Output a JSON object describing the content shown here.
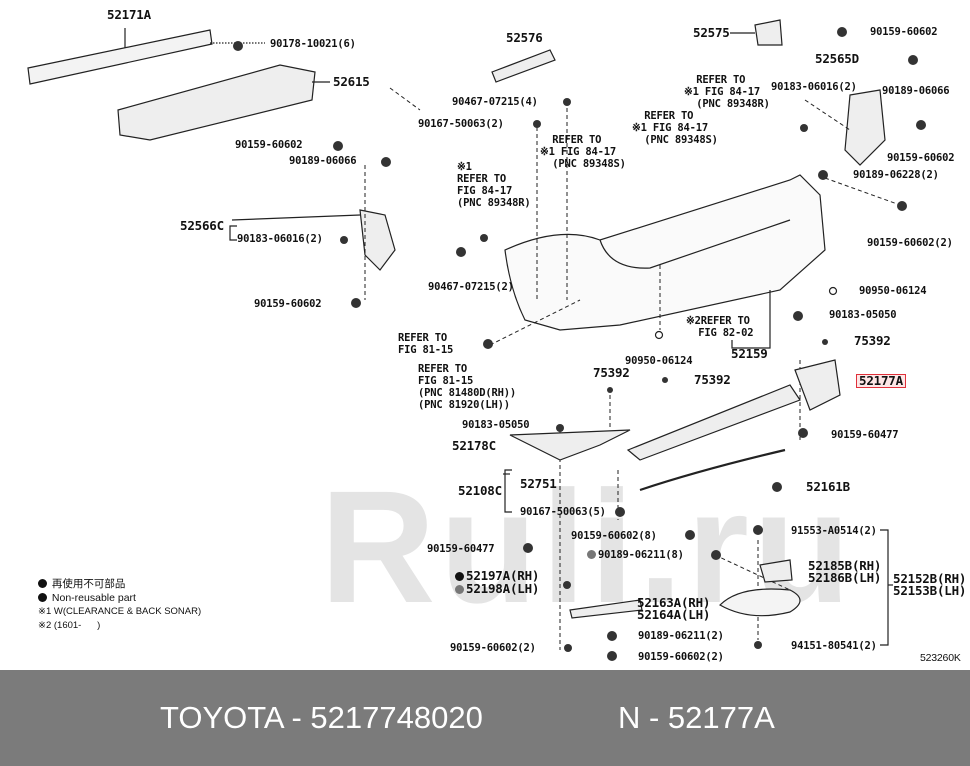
{
  "watermark": "Ruli.ru",
  "callouts": [
    {
      "text": "52171A"
    },
    {
      "text": "90178-10021(6)"
    },
    {
      "text": "52615"
    },
    {
      "text": "52576"
    },
    {
      "text": "52575"
    },
    {
      "text": "90159-60602"
    },
    {
      "text": "52565D"
    },
    {
      "text": "90183-06016(2)"
    },
    {
      "text": "90189-06066"
    },
    {
      "text": "90467-07215(4)"
    },
    {
      "text": "90167-50063(2)"
    },
    {
      "text": "  REFER TO\n※1 FIG 84-17\n  (PNC 89348R)"
    },
    {
      "text": "  REFER TO\n※1 FIG 84-17\n  (PNC 89348S)"
    },
    {
      "text": "  REFER TO\n※1 FIG 84-17\n  (PNC 89348S)"
    },
    {
      "text": "※1\nREFER TO\nFIG 84-17\n(PNC 89348R)"
    },
    {
      "text": "90159-60602"
    },
    {
      "text": "90189-06066"
    },
    {
      "text": "90159-60602"
    },
    {
      "text": "90189-06228(2)"
    },
    {
      "text": "52566C"
    },
    {
      "text": "90183-06016(2)"
    },
    {
      "text": "90159-60602(2)"
    },
    {
      "text": "90467-07215(2)"
    },
    {
      "text": "90950-06124"
    },
    {
      "text": "90159-60602"
    },
    {
      "text": "90183-05050"
    },
    {
      "text": "※2REFER TO\n  FIG 82-02"
    },
    {
      "text": "52159"
    },
    {
      "text": "REFER TO\nFIG 81-15"
    },
    {
      "text": "90950-06124"
    },
    {
      "text": "75392"
    },
    {
      "text": "REFER TO\nFIG 81-15\n(PNC 81480D(RH))\n(PNC 81920(LH))"
    },
    {
      "text": "75392"
    },
    {
      "text": "75392"
    },
    {
      "text": "90183-05050"
    },
    {
      "text": "90159-60477"
    },
    {
      "text": "52178C"
    },
    {
      "text": "52108C"
    },
    {
      "text": "52751"
    },
    {
      "text": "52161B"
    },
    {
      "text": "90167-50063(5)"
    },
    {
      "text": "90159-60602(8)"
    },
    {
      "text": "90189-06211(8)"
    },
    {
      "text": "91553-A0514(2)"
    },
    {
      "text": "90159-60477"
    },
    {
      "text": "52185B(RH)\n52186B(LH)"
    },
    {
      "text": "52152B(RH)\n52153B(LH)"
    },
    {
      "text": "52197A(RH)"
    },
    {
      "text": "52198A(LH)"
    },
    {
      "text": "52163A(RH)\n52164A(LH)"
    },
    {
      "text": "90189-06211(2)"
    },
    {
      "text": "90159-60602(2)"
    },
    {
      "text": "94151-80541(2)"
    },
    {
      "text": "90159-60602(2)"
    },
    {
      "text": "523260K"
    }
  ],
  "highlight": {
    "text": "52177A",
    "color": "#e0303a"
  },
  "legend": {
    "jp": "再使用不可部品",
    "en": "Non-reusable part",
    "note1": "※1 W(CLEARANCE & BACK SONAR)",
    "note2": "※2 (1601-      )"
  },
  "footer": {
    "brand_part": "TOYOTA - 5217748020",
    "pnc": "N - 52177A",
    "bg": "#7b7b7b"
  }
}
